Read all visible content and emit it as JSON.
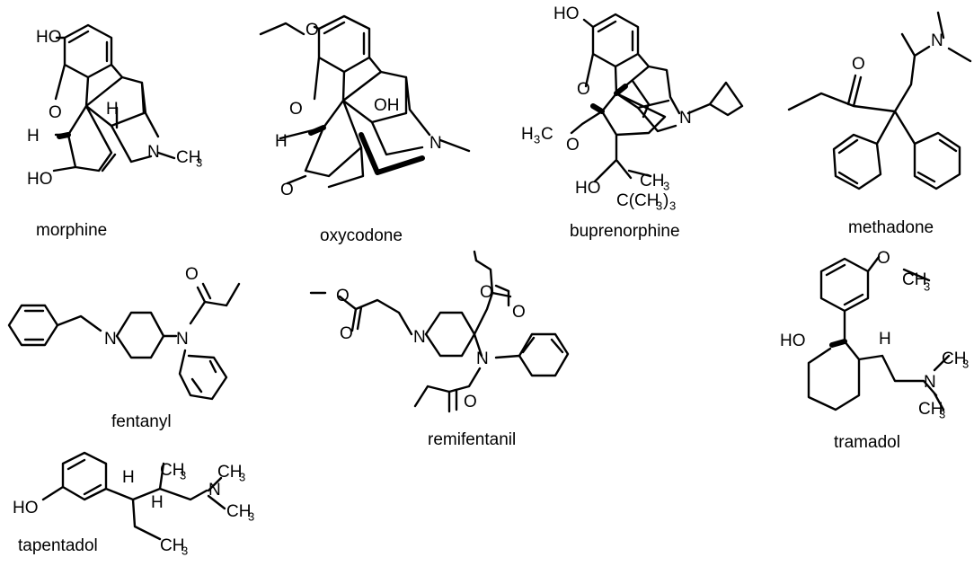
{
  "molecules": [
    {
      "name": "morphine",
      "labels": [
        "HO",
        "O",
        "H",
        "H",
        "N",
        "CH",
        "3",
        "HO"
      ]
    },
    {
      "name": "oxycodone",
      "labels": [
        "O",
        "O",
        "H",
        "OH",
        "N",
        "O"
      ]
    },
    {
      "name": "buprenorphine",
      "labels": [
        "HO",
        "O",
        "N",
        "H",
        "3",
        "C",
        "O",
        "CH",
        "3",
        "HO",
        "C(CH",
        "3",
        ")",
        "3"
      ]
    },
    {
      "name": "methadone",
      "labels": [
        "O",
        "N"
      ]
    },
    {
      "name": "fentanyl",
      "labels": [
        "N",
        "N",
        "O"
      ]
    },
    {
      "name": "remifentanil",
      "labels": [
        "O",
        "O",
        "N",
        "O",
        "O",
        "N",
        "O"
      ]
    },
    {
      "name": "tramadol",
      "labels": [
        "O",
        "CH",
        "3",
        "HO",
        "H",
        "N",
        "CH",
        "3",
        "CH",
        "3"
      ]
    },
    {
      "name": "tapentadol",
      "labels": [
        "HO",
        "H",
        "CH",
        "3",
        "N",
        "CH",
        "3",
        "CH",
        "3",
        "H",
        "CH",
        "3"
      ]
    }
  ]
}
